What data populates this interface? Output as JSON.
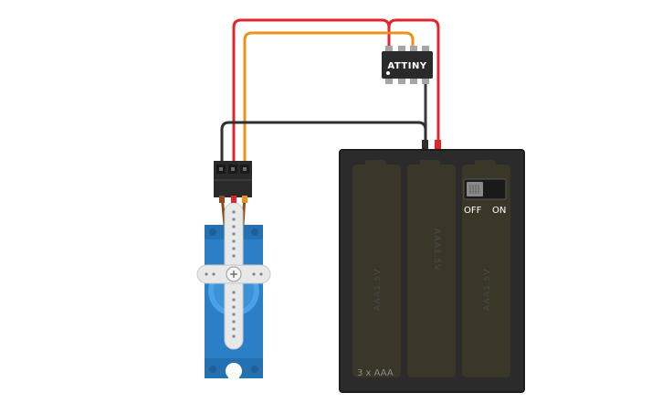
{
  "circuit": {
    "microcontroller": {
      "label": "ATTINY"
    },
    "battery_pack": {
      "label": "3 x AAA",
      "switch": {
        "off_label": "OFF",
        "on_label": "ON",
        "state": "OFF"
      }
    },
    "colors": {
      "wire_red": "#e0262b",
      "wire_orange": "#f0901c",
      "wire_black": "#2f2f2f",
      "servo_blue": "#2a7fc7",
      "battery_body": "#2b2b2b"
    }
  }
}
